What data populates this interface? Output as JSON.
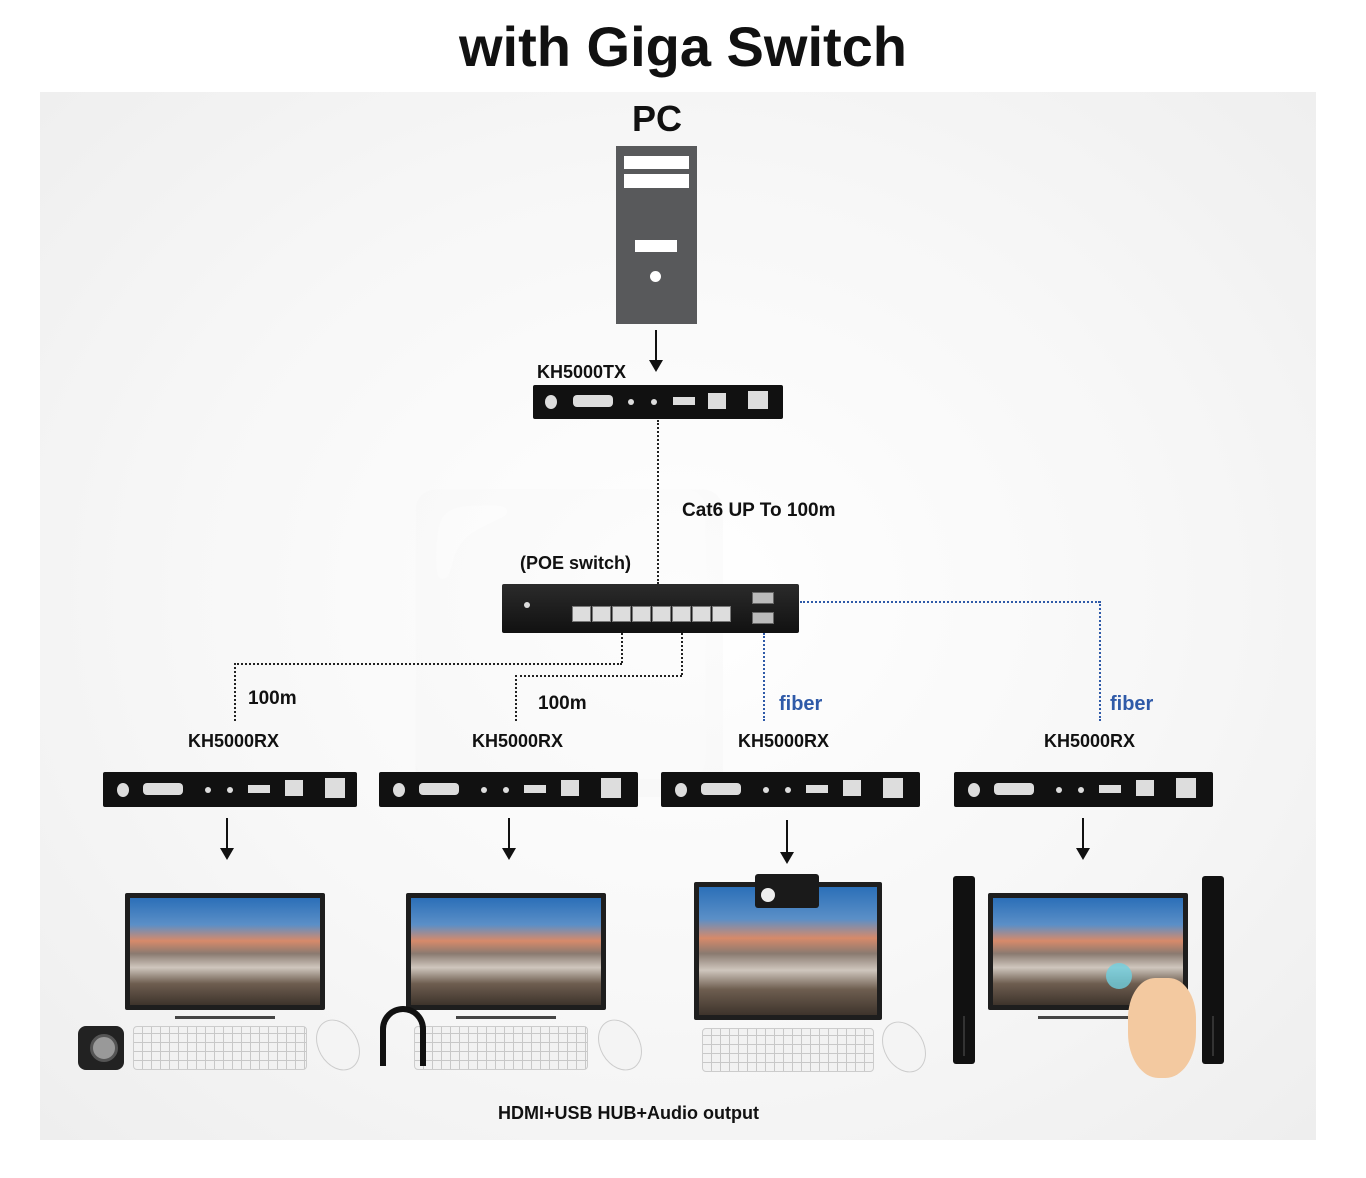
{
  "title": "with Giga Switch",
  "pc_label": "PC",
  "tx_label": "KH5000TX",
  "cable_label": "Cat6 UP To 100m",
  "switch_label": "(POE switch)",
  "links": [
    "100m",
    "100m",
    "fiber",
    "fiber"
  ],
  "rx_label": "KH5000RX",
  "footer": "HDMI+USB HUB+Audio output",
  "colors": {
    "fiber_link": "#2f5aa8",
    "tower": "#58595b"
  }
}
